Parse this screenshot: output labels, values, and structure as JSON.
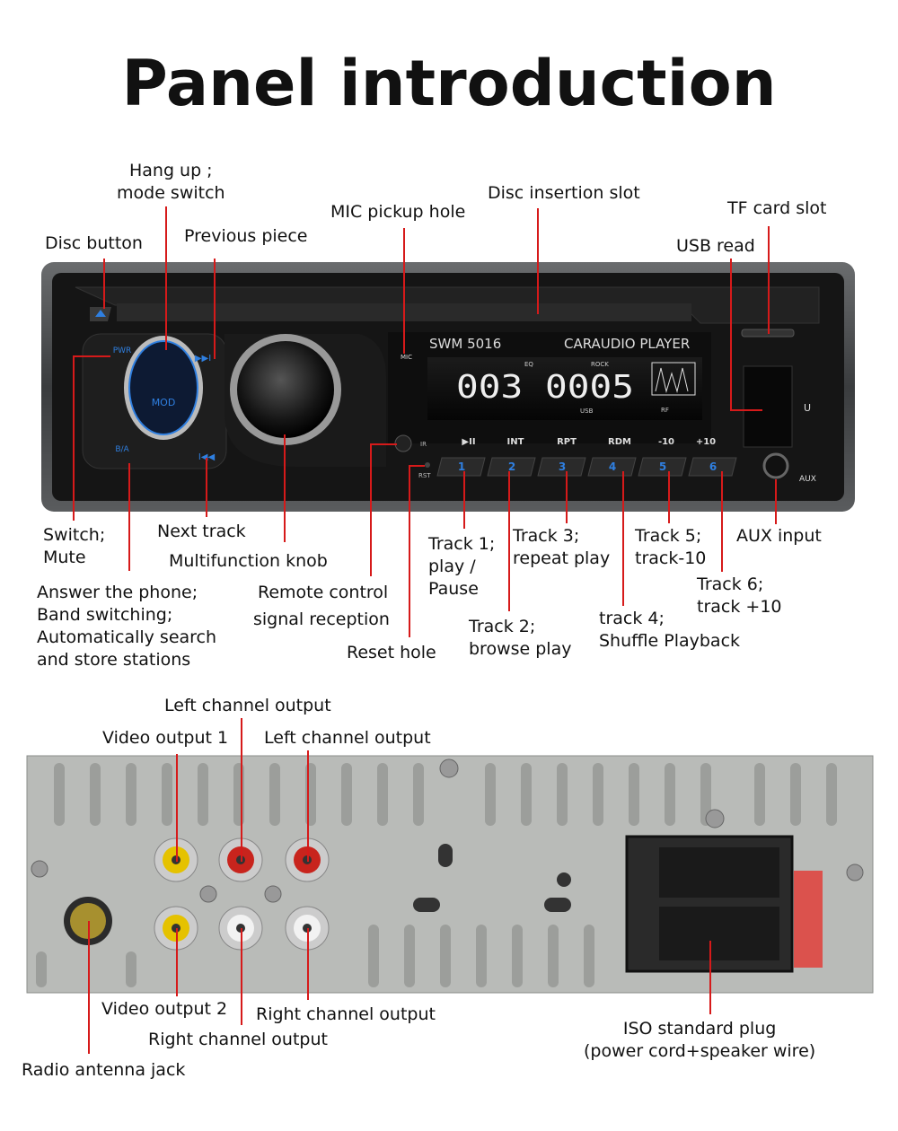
{
  "title": "Panel introduction",
  "front_panel": {
    "model": "SWM 5016",
    "brand_text": "CARAUDIO PLAYER",
    "lcd_digits": "003 0005",
    "lcd_eq": "EQ",
    "lcd_rock": "ROCK",
    "lcd_usb": "USB",
    "lcd_rf": "RF",
    "mic_text": "MIC",
    "ir_text": "IR",
    "rst_text": "RST",
    "aux_text": "AUX",
    "usb_u": "U",
    "pwr_text": "PWR",
    "mod_text": "MOD",
    "ba_text": "B/A",
    "function_keys": [
      "▶II",
      "INT",
      "RPT",
      "RDM",
      "-10",
      "+10"
    ],
    "number_keys": [
      "1",
      "2",
      "3",
      "4",
      "5",
      "6"
    ]
  },
  "front_labels": {
    "hang_up": "Hang up ;\nmode switch",
    "disc_button": "Disc button",
    "previous_piece": "Previous piece",
    "mic_pickup": "MIC pickup hole",
    "disc_slot": "Disc insertion slot",
    "tf_slot": "TF card slot",
    "usb_read": "USB read",
    "switch_mute": "Switch;\nMute",
    "next_track": "Next track",
    "multifunction_knob": "Multifunction knob",
    "answer_phone": "Answer the phone;\nBand switching;\nAutomatically search\nand store stations",
    "remote_control": "Remote control",
    "signal_reception": "signal reception",
    "reset_hole": "Reset hole",
    "track1": "Track 1;\nplay /\nPause",
    "track2": "Track 2;\nbrowse play",
    "track3": "Track 3;\nrepeat play",
    "track4": "track 4;\nShuffle Playback",
    "track5": "Track 5;\ntrack-10",
    "track6": "Track 6;\ntrack +10",
    "aux_input": "AUX input"
  },
  "rear_labels": {
    "left_channel_top": "Left channel output",
    "video_output_1": "Video output 1",
    "left_channel": "Left channel output",
    "video_output_2": "Video output 2",
    "right_channel_a": "Right channel output",
    "right_channel_b": "Right channel output",
    "radio_antenna": "Radio antenna jack",
    "iso_plug": "ISO standard plug\n(power cord+speaker wire)"
  },
  "colors": {
    "accent_red": "#d61a1a",
    "button_blue": "#2f7fe0",
    "panel_black": "#111111",
    "chassis_grey": "#b9bbb8"
  }
}
